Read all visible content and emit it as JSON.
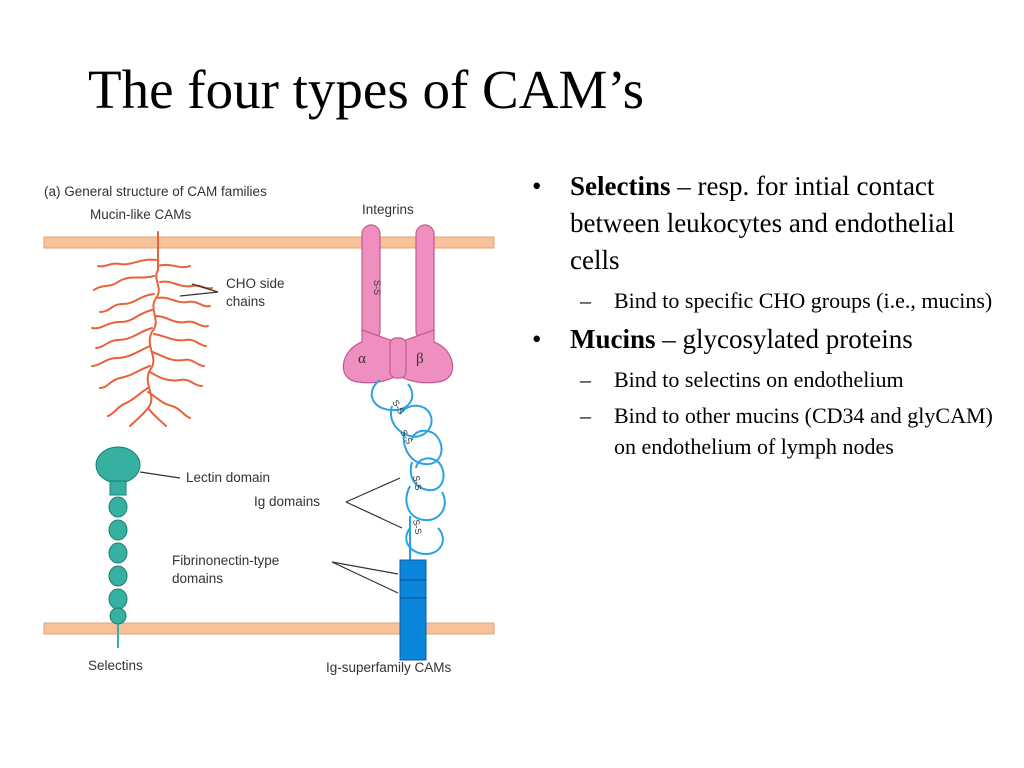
{
  "slide": {
    "title": "The four types of CAM’s"
  },
  "figure": {
    "heading": "(a) General structure of CAM families",
    "labels": {
      "mucin": "Mucin-like CAMs",
      "integrins": "Integrins",
      "cho_line1": "CHO side",
      "cho_line2": "chains",
      "lectin": "Lectin domain",
      "ig": "Ig domains",
      "fib_line1": "Fibrinonectin-type",
      "fib_line2": "domains",
      "selectins": "Selectins",
      "igsf": "Ig-superfamily CAMs",
      "alpha": "α",
      "beta": "β",
      "ss": "S-S"
    },
    "colors": {
      "membrane": "#f7c29a",
      "membrane_border": "#e1a477",
      "mucin": "#e8623a",
      "integrin": "#ee8fbf",
      "integrin_border": "#c25a90",
      "ig": "#2aa3e0",
      "selectin": "#35b0a1",
      "igsf_block": "#0a86db"
    }
  },
  "bullets": [
    {
      "term": "Selectins",
      "text": " – resp. for intial contact between leukocytes and endothelial cells",
      "subs": [
        "Bind to specific CHO groups (i.e., mucins)"
      ]
    },
    {
      "term": "Mucins",
      "text": " – glycosylated proteins",
      "subs": [
        "Bind to selectins on endothelium",
        "Bind to other mucins (CD34 and glyCAM) on endothelium of lymph nodes"
      ]
    }
  ],
  "symbols": {
    "bullet": "•",
    "dash": "–"
  }
}
